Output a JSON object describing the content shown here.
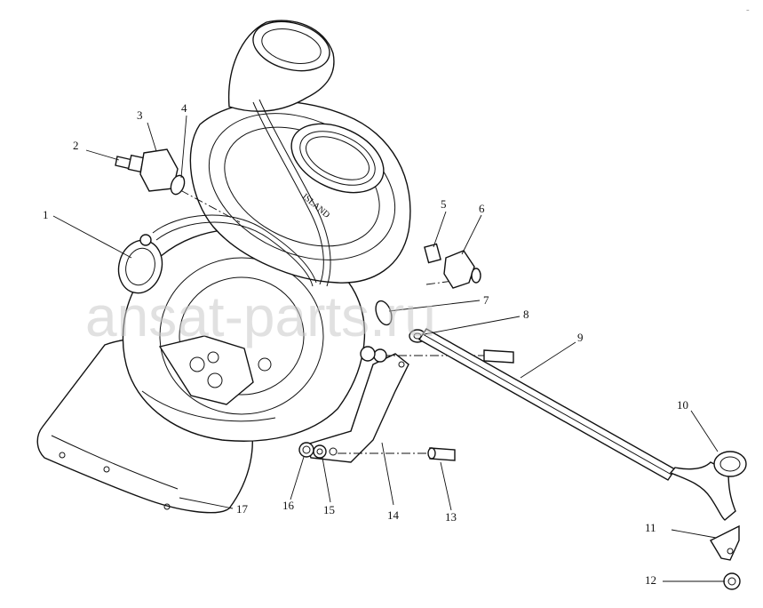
{
  "diagram": {
    "watermark": "ansat-parts.ru",
    "corner_mark": "-",
    "callouts": [
      {
        "id": "1",
        "label": "1"
      },
      {
        "id": "2",
        "label": "2"
      },
      {
        "id": "3",
        "label": "3"
      },
      {
        "id": "4",
        "label": "4"
      },
      {
        "id": "5",
        "label": "5"
      },
      {
        "id": "6",
        "label": "6"
      },
      {
        "id": "7",
        "label": "7"
      },
      {
        "id": "8",
        "label": "8"
      },
      {
        "id": "9",
        "label": "9"
      },
      {
        "id": "10",
        "label": "10"
      },
      {
        "id": "11",
        "label": "11"
      },
      {
        "id": "12",
        "label": "12"
      },
      {
        "id": "13",
        "label": "13"
      },
      {
        "id": "14",
        "label": "14"
      },
      {
        "id": "15",
        "label": "15"
      },
      {
        "id": "16",
        "label": "16"
      },
      {
        "id": "17",
        "label": "17"
      }
    ],
    "colors": {
      "line": "#111111",
      "watermark": "#c9c9c9",
      "background": "#ffffff"
    }
  }
}
